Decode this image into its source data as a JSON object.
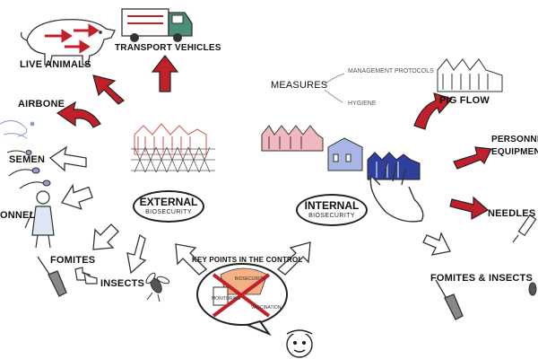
{
  "external": {
    "title": "EXTERNAL",
    "subtitle": "BIOSECURITY"
  },
  "internal": {
    "title": "INTERNAL",
    "subtitle": "BIOSECURITY"
  },
  "key_points": "KEY POINTS IN THE CONTROL",
  "external_items": {
    "live_animals": "LIVE ANIMALS",
    "transport": "TRANSPORT VEHICLES",
    "airbone": "AIRBONE",
    "semen": "SEMEN",
    "personnel": "ONNEL",
    "fomites": "FOMITES",
    "insects": "INSECTS"
  },
  "internal_items": {
    "measures": "MEASURES",
    "management": "MANAGEMENT PROTOCOLS",
    "hygiene": "HYGIENE",
    "pig_flow": "PIG FLOW",
    "personnel_1": "PERSONNEL",
    "personnel_2": "EQUIPMENT",
    "needles": "NEEDLES",
    "fomites_insects": "FOMITES & INSECTS"
  },
  "speech_bubble": {
    "label_a": "BIOSECURITY",
    "label_b": "MONITORING",
    "label_c": "VACCINATION"
  },
  "colors": {
    "red_arrow": "#c0202a",
    "ink": "#222222",
    "farm_red": "#e07a6a",
    "farm_pink": "#f2b8c0",
    "farm_blue": "#2f3f9e",
    "bubble_orange": "#f4b183"
  }
}
